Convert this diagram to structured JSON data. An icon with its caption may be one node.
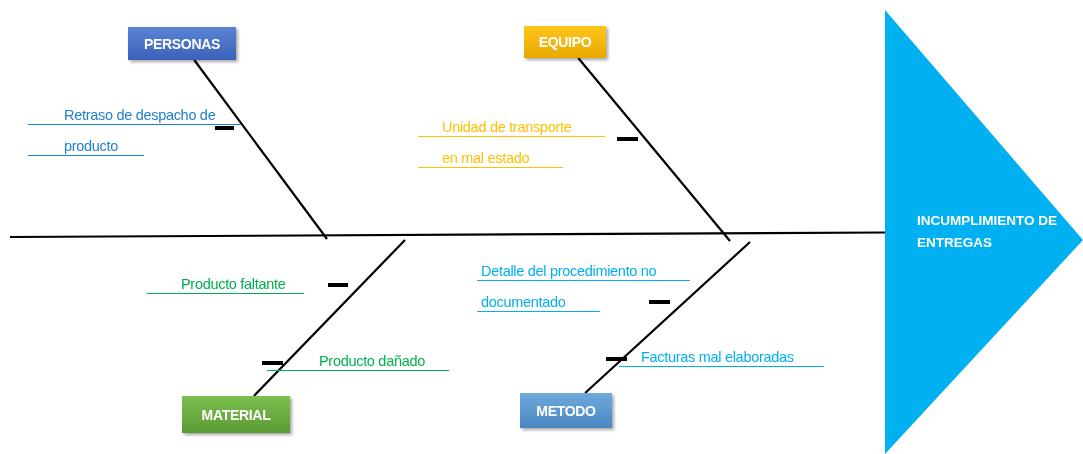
{
  "diagram": {
    "nodes": [
      {
        "text": [
          "PERSONAS"
        ]
      },
      {
        "text": [
          "EQUIPO"
        ]
      },
      {
        "text": [
          "MATERIAL"
        ]
      },
      {
        "text": [
          "METODO"
        ]
      },
      {
        "text": [
          "INCUMPLIMIENTO DE ENTREGAS"
        ]
      }
    ],
    "edges": [
      {
        "from": null,
        "to": 4,
        "arrow": "none"
      },
      {
        "from": 0,
        "to": null,
        "arrow": "none"
      },
      {
        "from": 1,
        "to": null,
        "arrow": "none"
      },
      {
        "from": 2,
        "to": null,
        "arrow": "none"
      },
      {
        "from": 3,
        "to": null,
        "arrow": "none"
      }
    ],
    "labels": [
      "Retraso de despacho de producto",
      "Unidad de transporte en mal estado",
      "Producto faltante",
      "Detalle del procedimiento no documentado",
      "Producto dañado",
      "Facturas mal elaboradas"
    ]
  }
}
